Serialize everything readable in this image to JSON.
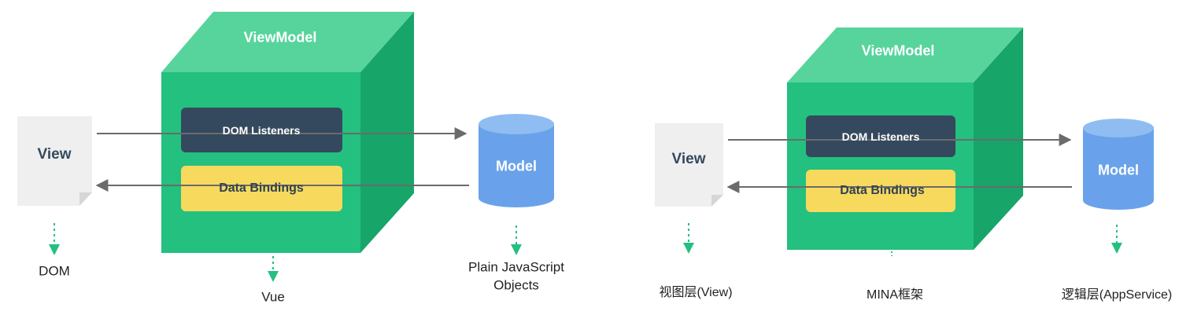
{
  "diagrams": [
    {
      "viewmodel_title": "ViewModel",
      "dom_listeners": "DOM Listeners",
      "data_bindings": "Data Bindings",
      "view_label": "View",
      "model_label": "Model",
      "view_caption": "DOM",
      "viewmodel_caption": "Vue",
      "model_caption_line1": "Plain JavaScript",
      "model_caption_line2": "Objects"
    },
    {
      "viewmodel_title": "ViewModel",
      "dom_listeners": "DOM Listeners",
      "data_bindings": "Data Bindings",
      "view_label": "View",
      "model_label": "Model",
      "view_caption": "视图层(View)",
      "viewmodel_caption": "MINA框架",
      "model_caption": "逻辑层(AppService)"
    }
  ],
  "colors": {
    "cube_front": "#23c07f",
    "cube_top": "#57d49c",
    "cube_side": "#17a56a",
    "listener_box": "#34495e",
    "binding_box": "#f7d95e",
    "model_cylinder": "#69a2ea",
    "model_cylinder_top": "#8fbdf2",
    "view_doc": "#efefef",
    "arrow": "#6b6b6b",
    "dotted_arrow": "#23c07f"
  }
}
